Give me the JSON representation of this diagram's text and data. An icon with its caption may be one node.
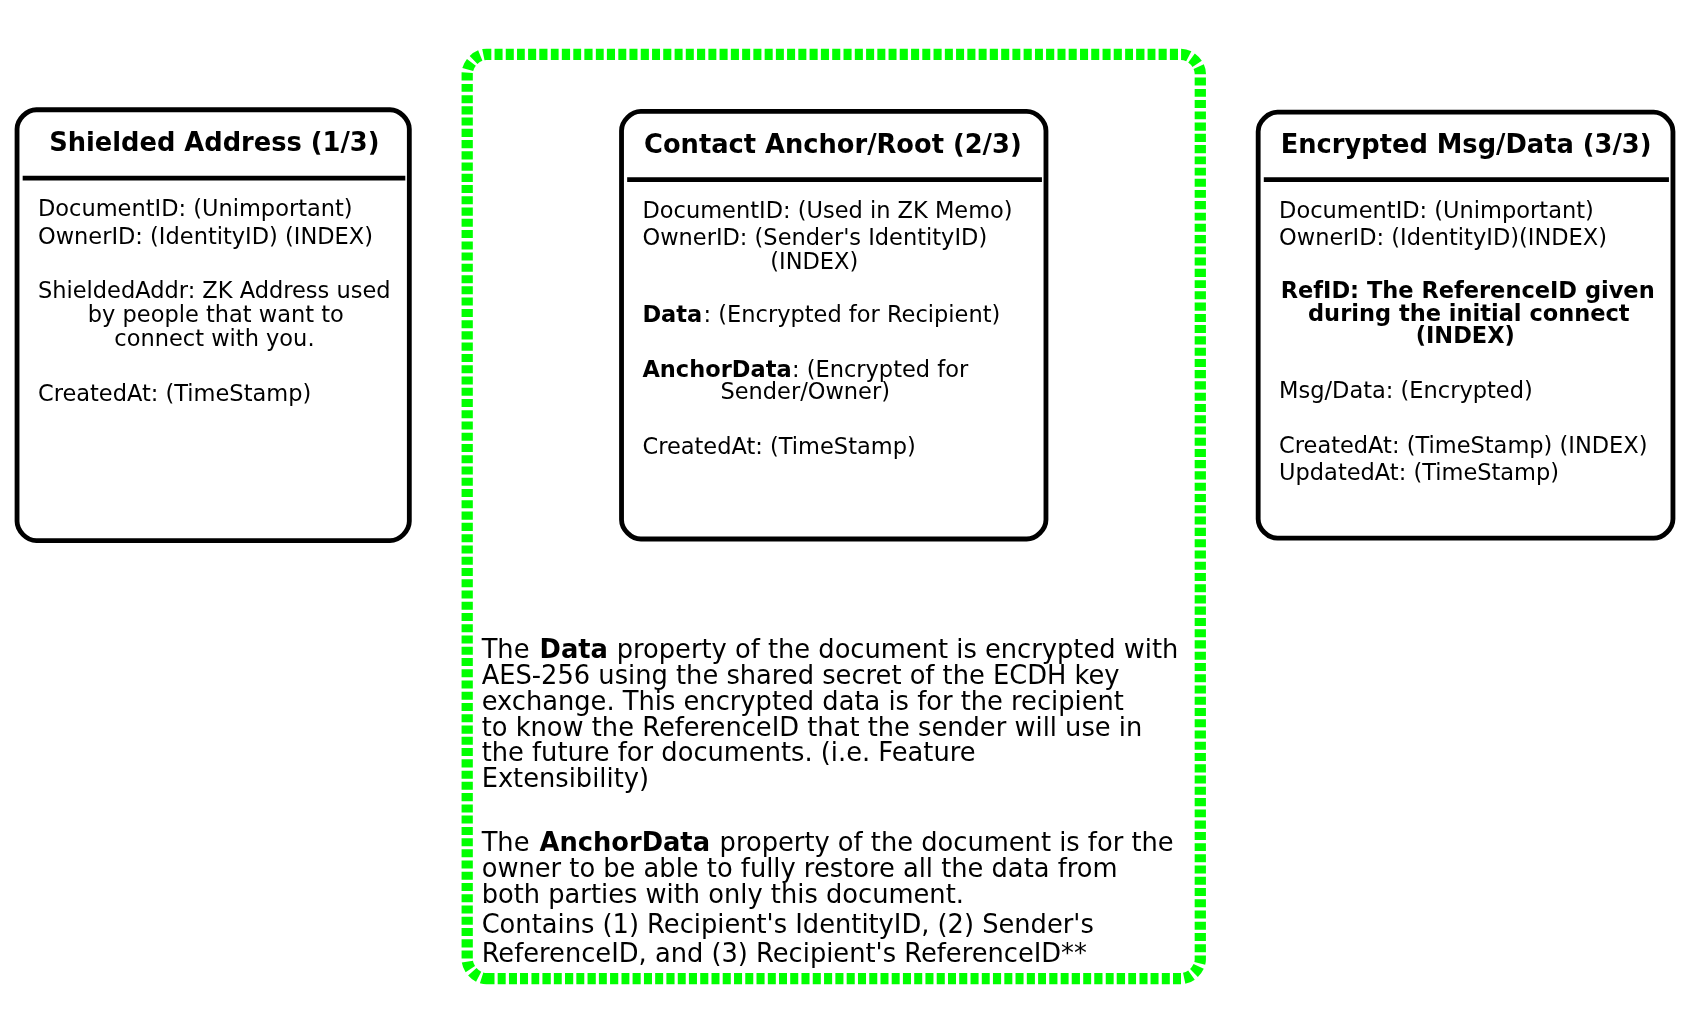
{
  "diagram": {
    "nodes": [
      {
        "text": [
          "Shielded Address (1/3)",
          "DocumentID: (Unimportant)",
          "OwnerID: (IdentityID) (INDEX)",
          "ShieldedAddr: ZK Address used by people that want to connect with you.",
          "CreatedAt: (TimeStamp)"
        ]
      },
      {
        "text": [
          "The **Data** property of the document is encrypted with AES-256 using the shared secret of the ECDH key exchange. This encrypted data is for the recipient to know the ReferenceID that the sender will use in the future for documents. (i.e. Feature Extensibility)",
          "The **AnchorData** property of the document is for the owner to be able to fully restore all the data from both parties with only this document.",
          "Contains (1) Recipient's IdentityID, (2) Sender's ReferenceID, and (3) Recipient's ReferenceID**"
        ]
      },
      {
        "text": [
          "Contact Anchor/Root (2/3)",
          "DocumentID: (Used in ZK Memo)",
          "OwnerID: (Sender's IdentityID) (INDEX)",
          "**Data**: (Encrypted for Recipient)",
          "**AnchorData**: (Encrypted for Sender/Owner)",
          "CreatedAt: (TimeStamp)"
        ],
        "in": 1
      },
      {
        "text": [
          "Encrypted Msg/Data (3/3)",
          "DocumentID: (Unimportant)",
          "OwnerID: (IdentityID)(INDEX)",
          "RefID: The ReferenceID given during the initial connect (INDEX)",
          "Msg/Data: (Encrypted)",
          "CreatedAt: (TimeStamp) (INDEX)",
          "UpdatedAt: (TimeStamp)"
        ]
      }
    ]
  }
}
